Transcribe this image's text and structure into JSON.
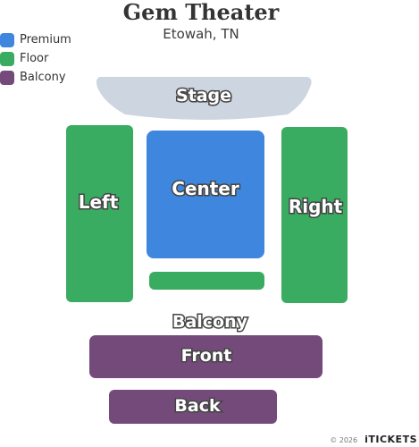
{
  "venue": {
    "name": "Gem Theater",
    "location": "Etowah, TN"
  },
  "legend": [
    {
      "label": "Premium",
      "color": "#3f86de"
    },
    {
      "label": "Floor",
      "color": "#3aac61"
    },
    {
      "label": "Balcony",
      "color": "#744a7b"
    }
  ],
  "sections": {
    "stage": {
      "label": "Stage",
      "color": "#cdd5e0"
    },
    "left": {
      "label": "Left",
      "color": "#3aac61"
    },
    "center": {
      "label": "Center",
      "color": "#3f86de"
    },
    "right": {
      "label": "Right",
      "color": "#3aac61"
    },
    "floor_strip": {
      "color": "#3aac61"
    },
    "balcony_heading": {
      "label": "Balcony"
    },
    "front": {
      "label": "Front",
      "color": "#744a7b"
    },
    "back": {
      "label": "Back",
      "color": "#744a7b"
    }
  },
  "footer": {
    "copyright": "© 2026",
    "brand": "iTICKETS"
  }
}
